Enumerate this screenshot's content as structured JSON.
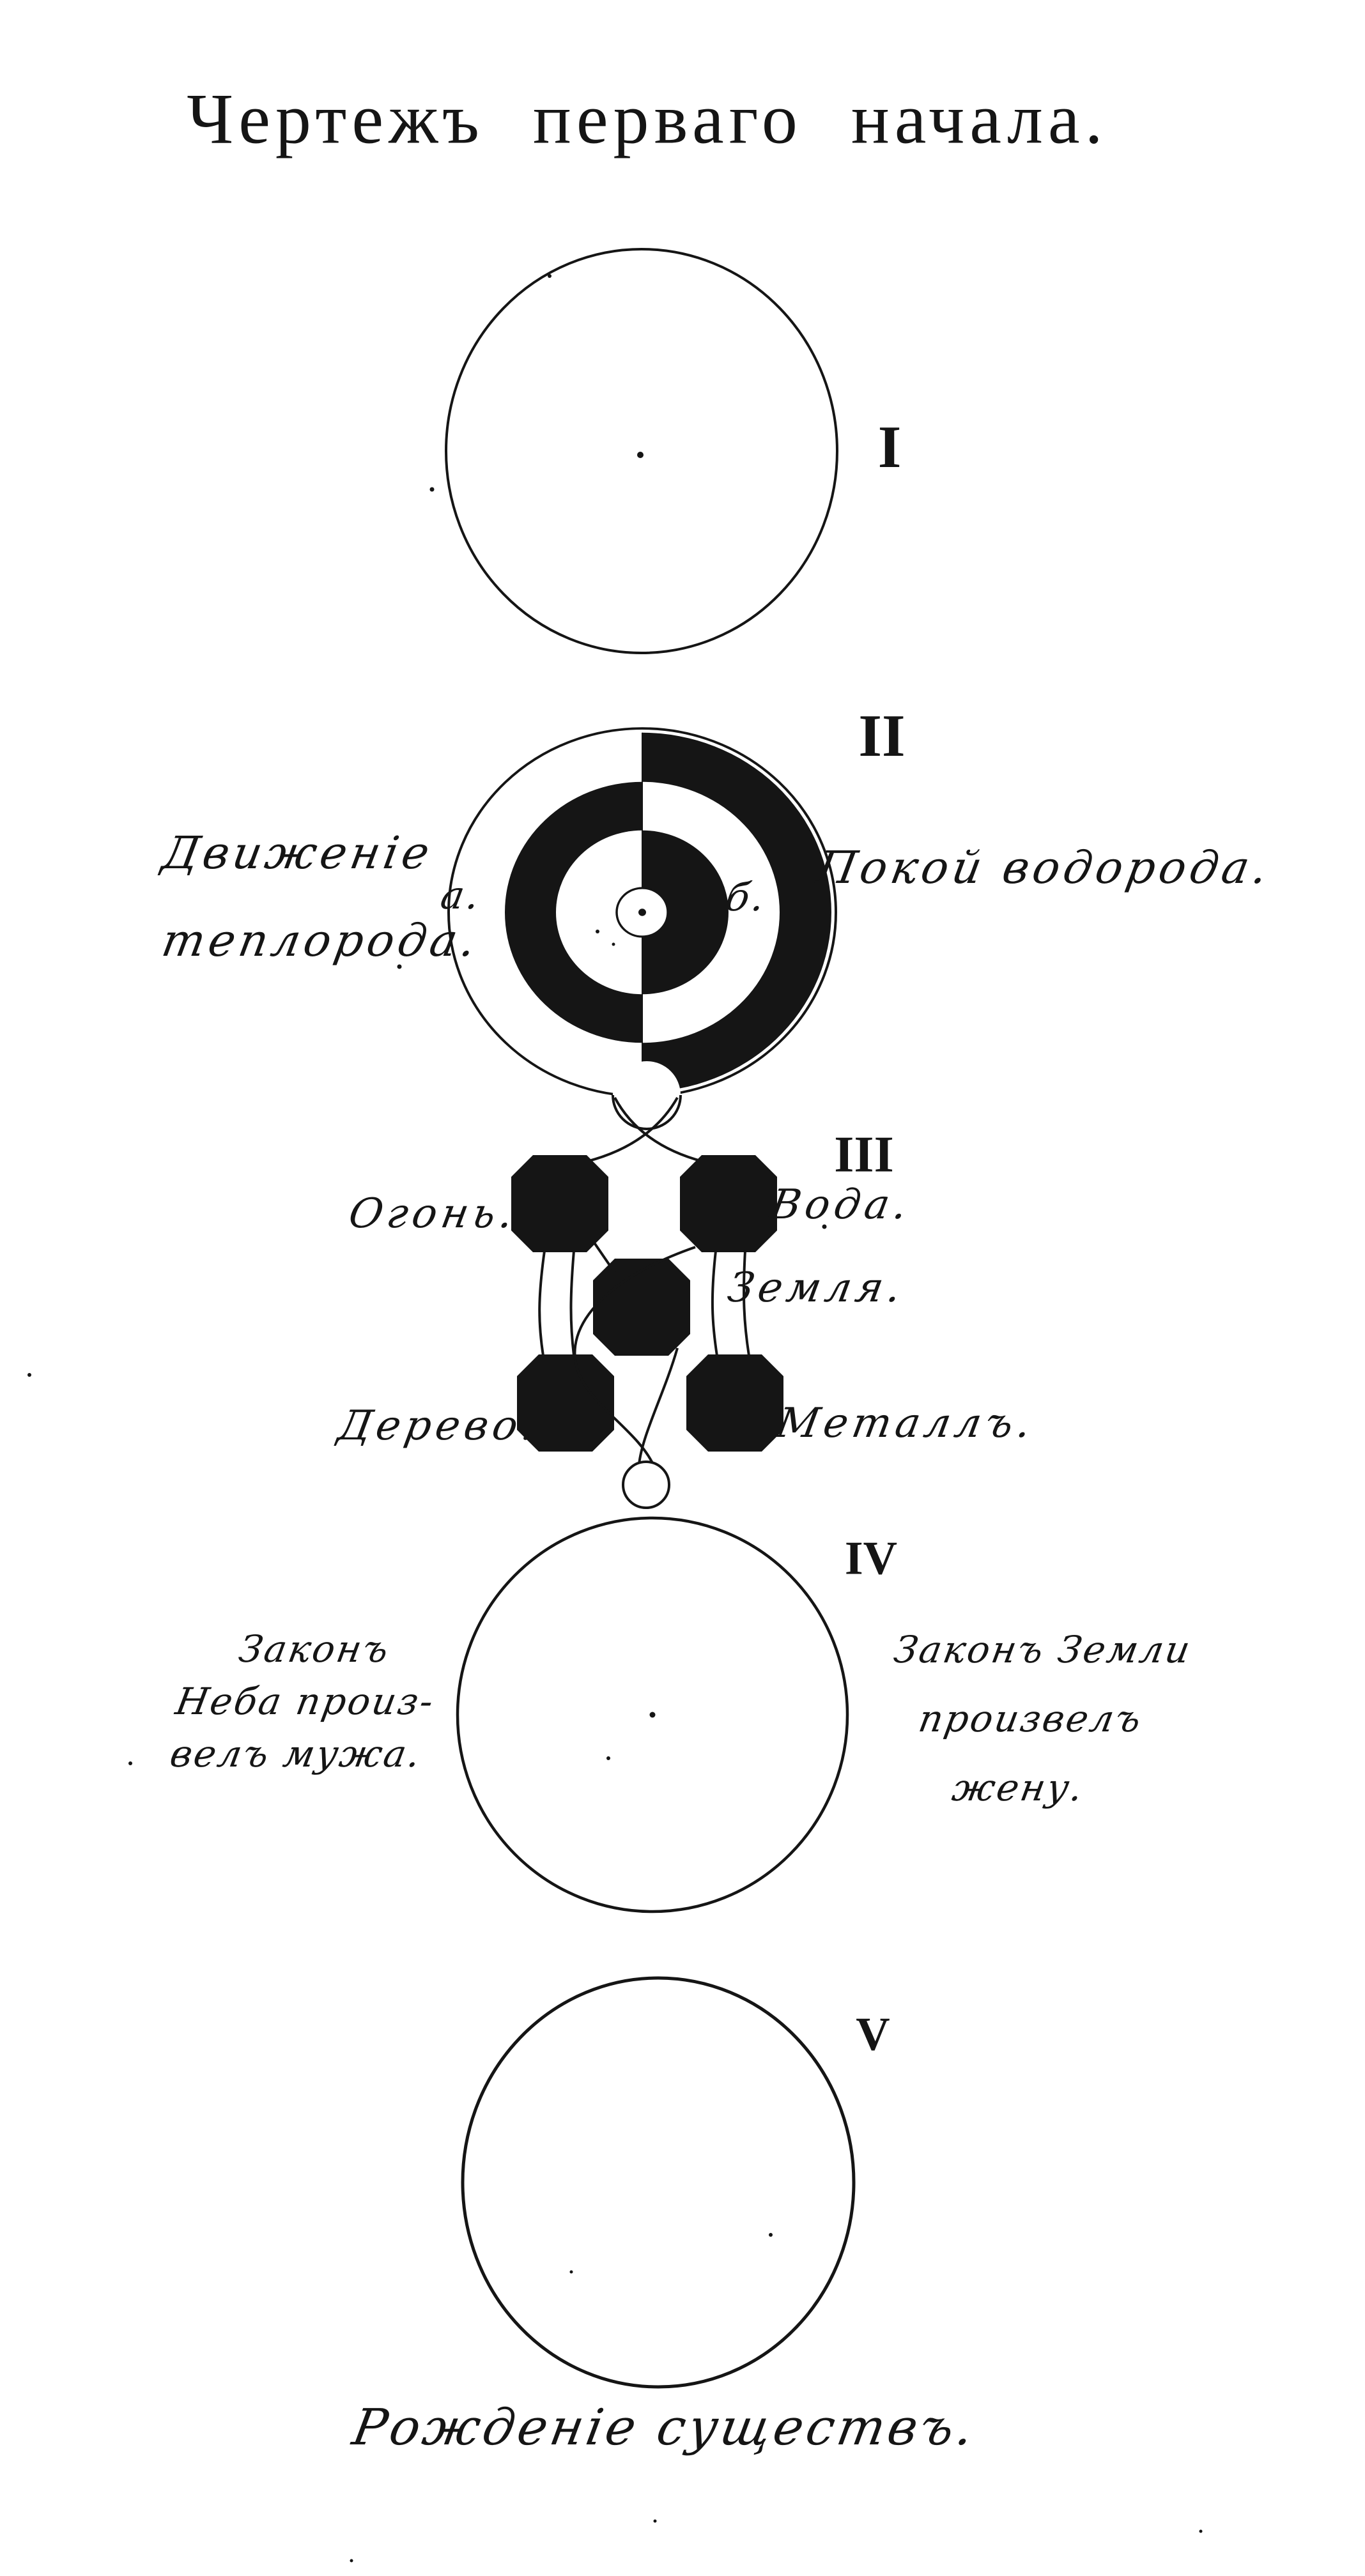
{
  "page": {
    "title": "Чертежъ перваго начала.",
    "caption": "Рожденіе существъ."
  },
  "section1": {
    "numeral": "I"
  },
  "section2": {
    "numeral": "II",
    "left_label_line1": "Движеніе",
    "left_label_line2": "теплорода.",
    "marker_a": "a.",
    "marker_b": "б.",
    "right_label": "Покой водорода."
  },
  "section3": {
    "numeral": "III",
    "fire": "Огонь.",
    "water": "Вода.",
    "earth": "Земля.",
    "wood": "Дерево.",
    "metal": "Металлъ."
  },
  "section4": {
    "numeral": "IV",
    "left_lines": [
      "Законъ",
      "Неба произ-",
      "велъ мужа."
    ],
    "right_lines": [
      "Законъ Земли",
      "произвелъ",
      "жену."
    ]
  },
  "section5": {
    "numeral": "V"
  },
  "colors": {
    "ink": "#151515",
    "paper": "#ffffff"
  }
}
